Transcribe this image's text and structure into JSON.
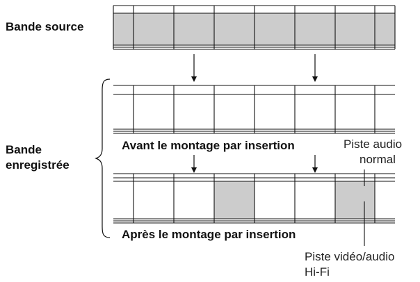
{
  "labels": {
    "source_tape": "Bande source",
    "recorded_tape_line1": "Bande",
    "recorded_tape_line2": "enregistrée",
    "before_insert": "Avant le montage par insertion",
    "after_insert": "Après le montage par insertion",
    "normal_audio_line1": "Piste audio",
    "normal_audio_line2": "normal",
    "hifi_line1": "Piste vidéo/audio",
    "hifi_line2": "Hi-Fi"
  },
  "source_frames": [
    1,
    1,
    1,
    1,
    1,
    1,
    1
  ],
  "before_frames": [
    0,
    0,
    0,
    0,
    0,
    0,
    0
  ],
  "after_frames": [
    0,
    0,
    1,
    0,
    0,
    1,
    0
  ],
  "colors": {
    "ink": "#111111",
    "frame_fill_gray": "#cccccc",
    "frame_fill_white": "#ffffff"
  }
}
